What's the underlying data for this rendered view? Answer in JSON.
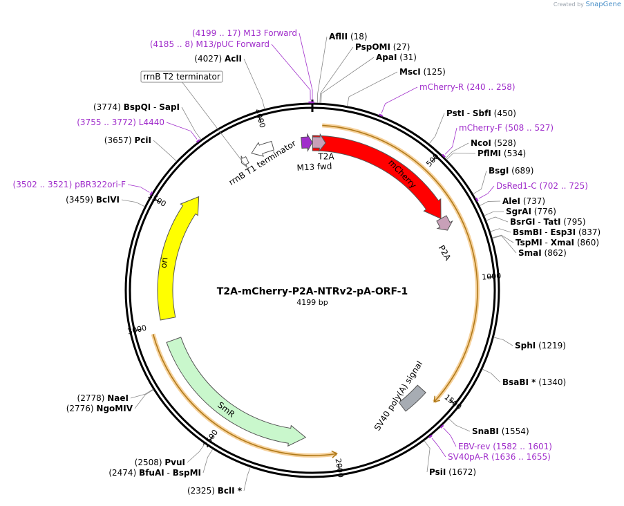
{
  "credit": {
    "prefix": "Created by",
    "brand": "SnapGene"
  },
  "plasmid": {
    "name": "T2A-mCherry-P2A-NTRv2-pA-ORF-1",
    "length_label": "4199 bp",
    "length": 4199
  },
  "ticks": [
    {
      "pos": 500,
      "label": "500"
    },
    {
      "pos": 1000,
      "label": "1000"
    },
    {
      "pos": 1500,
      "label": "1500"
    },
    {
      "pos": 2000,
      "label": "2000"
    },
    {
      "pos": 2500,
      "label": "2500"
    },
    {
      "pos": 3000,
      "label": "3000"
    },
    {
      "pos": 3500,
      "label": "3500"
    },
    {
      "pos": 4000,
      "label": "4000"
    }
  ],
  "features": [
    {
      "name": "mCherry",
      "start": 1,
      "end": 710,
      "direction": 1,
      "color": "#ff0000",
      "label": "mCherry",
      "label_inside": true
    },
    {
      "name": "T2A",
      "start": 1,
      "end": 60,
      "direction": 1,
      "color": "#c8a0b8",
      "label": "T2A"
    },
    {
      "name": "P2A",
      "start": 710,
      "end": 770,
      "direction": 1,
      "color": "#c8a0b8",
      "label": "P2A"
    },
    {
      "name": "M13 fwd",
      "start": 4150,
      "end": 4199,
      "direction": 1,
      "color": "#a02ecb",
      "label": "M13 fwd"
    },
    {
      "name": "SV40 poly(A) signal",
      "start": 1540,
      "end": 1660,
      "direction": 1,
      "color": "#a7acb3",
      "label": "SV40 poly(A) signal"
    },
    {
      "name": "SmR",
      "start": 2130,
      "end": 2920,
      "direction": -1,
      "color": "#c9f7cc",
      "label": "SmR",
      "label_inside": true
    },
    {
      "name": "ori",
      "start": 3020,
      "end": 3610,
      "direction": 1,
      "color": "#ffff00",
      "label": "ori",
      "label_inside": true
    },
    {
      "name": "rrnB T1 terminator",
      "start": 3920,
      "end": 4020,
      "direction": -1,
      "color": "#ffffff",
      "label": "rrnB T1 terminator"
    },
    {
      "name": "rrnB T2 terminator",
      "start": 3860,
      "end": 3890,
      "direction": -1,
      "color": "#ffffff",
      "label": ""
    }
  ],
  "orfs": [
    {
      "start": 40,
      "end": 1545,
      "direction": 1
    },
    {
      "start": 2000,
      "end": 2970,
      "direction": -1
    }
  ],
  "enzymes": [
    {
      "pos": 18,
      "name": "AflII",
      "coord": "(18)"
    },
    {
      "pos": 27,
      "name": "PspOMI",
      "coord": "(27)"
    },
    {
      "pos": 31,
      "name": "ApaI",
      "coord": "(31)"
    },
    {
      "pos": 125,
      "name": "MscI",
      "coord": "(125)"
    },
    {
      "pos": 450,
      "names": [
        "PstI",
        "SbfI"
      ],
      "coord": "(450)"
    },
    {
      "pos": 528,
      "name": "NcoI",
      "coord": "(528)"
    },
    {
      "pos": 534,
      "name": "PflMI",
      "coord": "(534)"
    },
    {
      "pos": 689,
      "name": "BsgI",
      "coord": "(689)"
    },
    {
      "pos": 737,
      "name": "AleI",
      "coord": "(737)"
    },
    {
      "pos": 776,
      "name": "SgrAI",
      "coord": "(776)"
    },
    {
      "pos": 795,
      "names": [
        "BsrGI",
        "TatI"
      ],
      "coord": "(795)"
    },
    {
      "pos": 837,
      "names": [
        "BsmBI",
        "Esp3I"
      ],
      "coord": "(837)"
    },
    {
      "pos": 860,
      "names": [
        "TspMI",
        "XmaI"
      ],
      "coord": "(860)"
    },
    {
      "pos": 862,
      "name": "SmaI",
      "coord": "(862)"
    },
    {
      "pos": 1219,
      "name": "SphI",
      "coord": "(1219)"
    },
    {
      "pos": 1340,
      "name": "BsaBI *",
      "coord": "(1340)"
    },
    {
      "pos": 1554,
      "name": "SnaBI",
      "coord": "(1554)"
    },
    {
      "pos": 1672,
      "name": "PsiI",
      "coord": "(1672)"
    },
    {
      "pos": 2325,
      "name": "BclI *",
      "coord": "(2325)"
    },
    {
      "pos": 2474,
      "names": [
        "BfuAI",
        "BspMI"
      ],
      "coord": "(2474)"
    },
    {
      "pos": 2508,
      "name": "PvuI",
      "coord": "(2508)"
    },
    {
      "pos": 2776,
      "name": "NgoMIV",
      "coord": "(2776)"
    },
    {
      "pos": 2778,
      "name": "NaeI",
      "coord": "(2778)"
    },
    {
      "pos": 3459,
      "name": "BclVI",
      "coord": "(3459)"
    },
    {
      "pos": 3657,
      "name": "PciI",
      "coord": "(3657)"
    },
    {
      "pos": 3774,
      "names": [
        "BspQI",
        "SapI"
      ],
      "coord": "(3774)"
    },
    {
      "pos": 4027,
      "name": "AclI",
      "coord": "(4027)"
    }
  ],
  "primers": [
    {
      "pos": 249,
      "name": "mCherry-R",
      "coord": "(240 .. 258)"
    },
    {
      "pos": 517,
      "name": "mCherry-F",
      "coord": "(508 .. 527)"
    },
    {
      "pos": 713,
      "name": "DsRed1-C",
      "coord": "(702 .. 725)"
    },
    {
      "pos": 1591,
      "name": "EBV-rev",
      "coord": "(1582 .. 1601)"
    },
    {
      "pos": 1645,
      "name": "SV40pA-R",
      "coord": "(1636 .. 1655)"
    },
    {
      "pos": 3511,
      "name": "pBR322ori-F",
      "coord": "(3502 .. 3521)"
    },
    {
      "pos": 3763,
      "name": "L4440",
      "coord": "(3755 .. 3772)"
    },
    {
      "pos": 4192,
      "name": "M13/pUC Forward",
      "coord": "(4185 .. 8)"
    },
    {
      "pos": 4199,
      "name": "M13 Forward",
      "coord": "(4199 .. 17)"
    }
  ],
  "boxed_labels": [
    {
      "name": "rrnB T2 terminator",
      "pos": 3875
    }
  ]
}
